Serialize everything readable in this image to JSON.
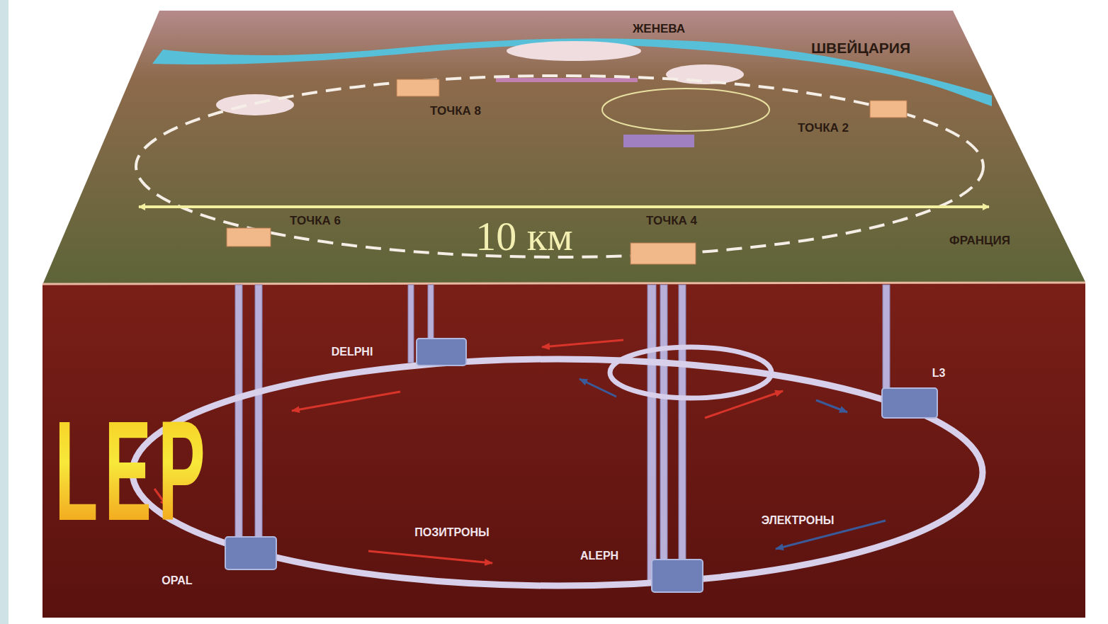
{
  "diagram": {
    "labels": [
      "ЖЕНЕВА",
      "ШВЕЙЦАРИЯ",
      "ТОЧКА 8",
      "ТОЧКА 2",
      "ТОЧКА 6",
      "10 км",
      "ТОЧКА 4",
      "ФРАНЦИЯ",
      "DELPHI",
      "L3",
      "LEP",
      "ПОЗИТРОНЫ",
      "ЭЛЕКТРОНЫ",
      "ALEPH",
      "OPAL"
    ]
  }
}
